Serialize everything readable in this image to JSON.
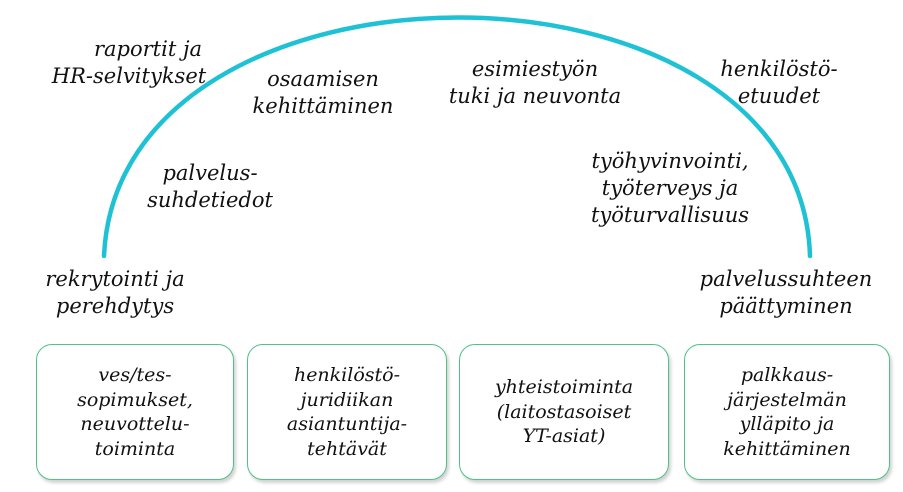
{
  "arc": {
    "color": "#1fc1d4"
  },
  "box_border_color": "#4fc28a",
  "labels": {
    "raportit": [
      "raportit ja",
      "HR-selvitykset"
    ],
    "osaamisen": [
      "osaamisen",
      "kehittäminen"
    ],
    "esimiestyon": [
      "esimiestyön",
      "tuki ja neuvonta"
    ],
    "henkilostoetuudet": [
      "henkilöstö-",
      "etuudet"
    ],
    "palvelussuhdetiedot": [
      "palvelus-",
      "suhdetiedot"
    ],
    "tyohyvinvointi": [
      "työhyvinvointi,",
      "työterveys ja",
      "työturvallisuus"
    ],
    "rekrytointi": [
      "rekrytointi ja",
      "perehdytys"
    ],
    "paattyminen": [
      "palvelussuhteen",
      "päättyminen"
    ]
  },
  "boxes": [
    [
      "ves/tes-",
      "sopimukset,",
      "neuvottelu-",
      "toiminta"
    ],
    [
      "henkilöstö-",
      "juridiikan",
      "asiantuntija-",
      "tehtävät"
    ],
    [
      "yhteistoiminta",
      "(laitostasoiset",
      "YT-asiat)"
    ],
    [
      "palkkaus-",
      "järjestelmän",
      "ylläpito ja",
      "kehittäminen"
    ]
  ]
}
